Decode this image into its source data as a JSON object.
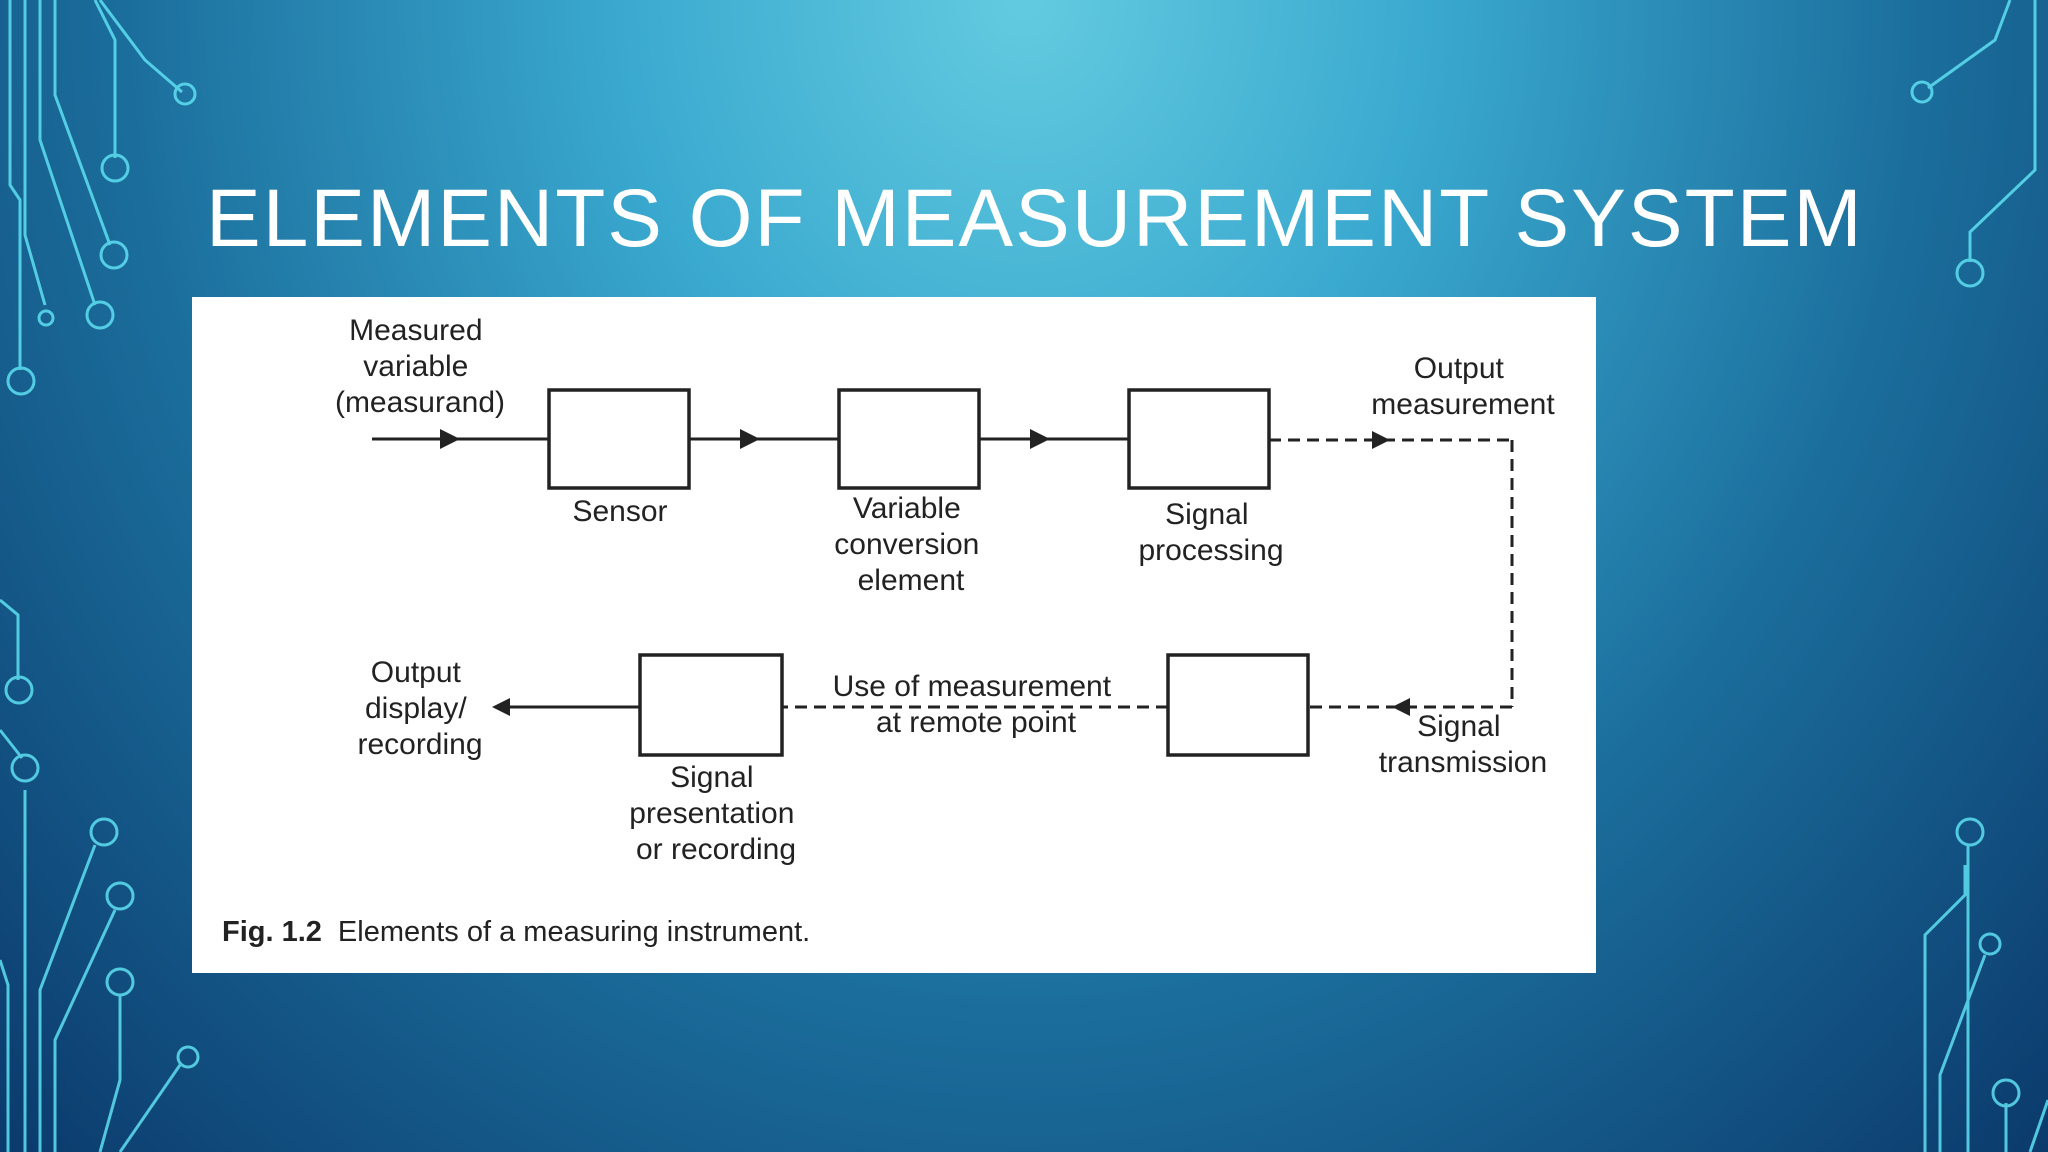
{
  "slide": {
    "title": "ELEMENTS OF MEASUREMENT SYSTEM"
  },
  "diagram": {
    "input_label": [
      "Measured",
      "variable",
      "(measurand)"
    ],
    "sensor_label": "Sensor",
    "conversion_label": [
      "Variable",
      "conversion",
      "element"
    ],
    "processing_label": [
      "Signal",
      "processing"
    ],
    "output_measurement_label": [
      "Output",
      "measurement"
    ],
    "transmission_label": [
      "Signal",
      "transmission"
    ],
    "remote_use_label": [
      "Use of measurement",
      "at remote point"
    ],
    "presentation_label": [
      "Signal",
      "presentation",
      "or recording"
    ],
    "output_display_label": [
      "Output",
      "display/",
      "recording"
    ],
    "caption_number": "Fig. 1.2",
    "caption_text": "Elements of a measuring instrument."
  },
  "colors": {
    "background_light": "#63cbe0",
    "background_dark": "#0b3a6c",
    "circuit_lines": "#5ee0f2",
    "title": "#ffffff",
    "diagram_ink": "#222222"
  }
}
